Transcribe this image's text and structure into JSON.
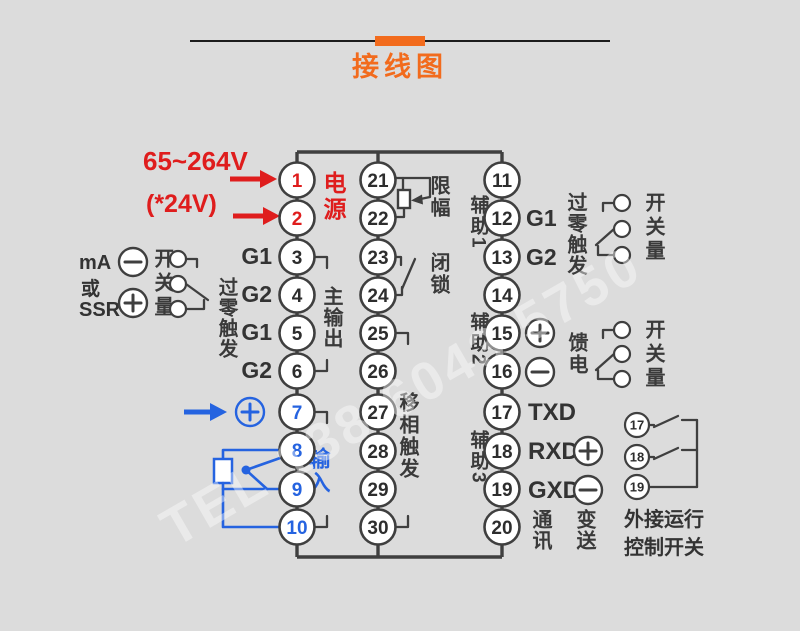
{
  "header": {
    "title": "接线图"
  },
  "power": {
    "voltage": "65~264V",
    "voltage_alt": "(*24V)",
    "label": "电源"
  },
  "terminals": {
    "left": [
      "1",
      "2",
      "3",
      "4",
      "5",
      "6",
      "7",
      "8",
      "9",
      "10"
    ],
    "middle": [
      "21",
      "22",
      "23",
      "24",
      "25",
      "26",
      "27",
      "28",
      "29",
      "30"
    ],
    "right": [
      "11",
      "12",
      "13",
      "14",
      "15",
      "16",
      "17",
      "18",
      "19",
      "20"
    ]
  },
  "left_side": {
    "line1": "mA",
    "line2": "或",
    "line3": "SSR",
    "switch_label": "开关量",
    "zero_cross": "过零触发",
    "g3": "G1",
    "g4": "G2",
    "g5": "G1",
    "g6": "G2",
    "main_output": "主输出",
    "input_label": "输入"
  },
  "middle_col": {
    "limit": "限幅",
    "interlock": "闭锁",
    "phase_shift": "移相触发"
  },
  "right_col": {
    "aux1": "辅助1",
    "aux2": "辅助2",
    "aux3": "辅助3",
    "g12": "G1",
    "g13": "G2",
    "zero_cross": "过零触发",
    "switch_label_top": "开关量",
    "feed": "馈电",
    "switch_label_mid": "开关量",
    "t17": "TXD",
    "t18": "RXD",
    "t19": "GXD",
    "comm": "通讯",
    "transmit": "变送"
  },
  "external_switch": {
    "circles": [
      "17",
      "18",
      "19"
    ],
    "label_line1": "外接运行",
    "label_line2": "控制开关"
  },
  "watermark": "TEL 138 6043 5750",
  "colors": {
    "background": "#dcdcdc",
    "accent_orange": "#f26b1d",
    "wire_dark": "#3f3f3f",
    "red": "#df1d1d",
    "blue": "#2563e0"
  }
}
